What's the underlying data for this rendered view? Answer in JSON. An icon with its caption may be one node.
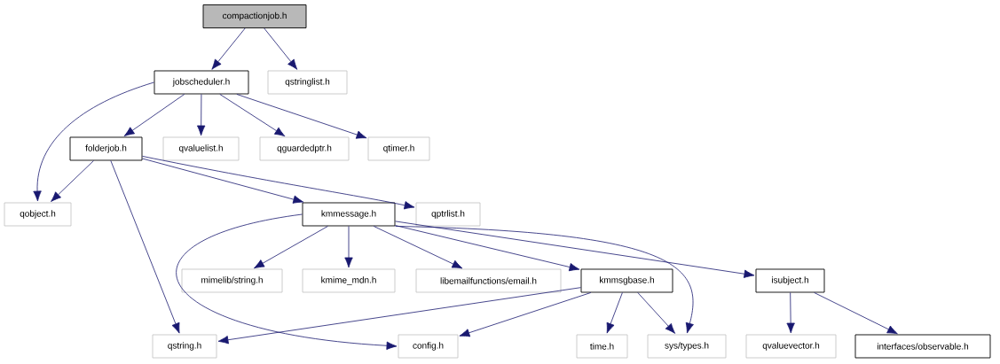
{
  "diagram": {
    "nodes": [
      {
        "text": [
          "compactionjob.h"
        ]
      },
      {
        "text": [
          "jobscheduler.h"
        ]
      },
      {
        "text": [
          "qstringlist.h"
        ]
      },
      {
        "text": [
          "folderjob.h"
        ]
      },
      {
        "text": [
          "qvaluelist.h"
        ]
      },
      {
        "text": [
          "qguardedptr.h"
        ]
      },
      {
        "text": [
          "qtimer.h"
        ]
      },
      {
        "text": [
          "qobject.h"
        ]
      },
      {
        "text": [
          "kmmessage.h"
        ]
      },
      {
        "text": [
          "qptrlist.h"
        ]
      },
      {
        "text": [
          "mimelib/string.h"
        ]
      },
      {
        "text": [
          "kmime_mdn.h"
        ]
      },
      {
        "text": [
          "libemailfunctions/email.h"
        ]
      },
      {
        "text": [
          "kmmsgbase.h"
        ]
      },
      {
        "text": [
          "isubject.h"
        ]
      },
      {
        "text": [
          "qstring.h"
        ]
      },
      {
        "text": [
          "config.h"
        ]
      },
      {
        "text": [
          "time.h"
        ]
      },
      {
        "text": [
          "sys/types.h"
        ]
      },
      {
        "text": [
          "qvaluevector.h"
        ]
      },
      {
        "text": [
          "interfaces/observable.h"
        ]
      }
    ],
    "edges": [
      {
        "from": 0,
        "to": 1,
        "arrow": "to"
      },
      {
        "from": 0,
        "to": 2,
        "arrow": "to"
      },
      {
        "from": 1,
        "to": 7,
        "arrow": "to"
      },
      {
        "from": 1,
        "to": 3,
        "arrow": "to"
      },
      {
        "from": 1,
        "to": 4,
        "arrow": "to"
      },
      {
        "from": 1,
        "to": 5,
        "arrow": "to"
      },
      {
        "from": 1,
        "to": 6,
        "arrow": "to"
      },
      {
        "from": 3,
        "to": 7,
        "arrow": "to"
      },
      {
        "from": 3,
        "to": 15,
        "arrow": "to"
      },
      {
        "from": 3,
        "to": 8,
        "arrow": "to"
      },
      {
        "from": 3,
        "to": 9,
        "arrow": "to"
      },
      {
        "from": 8,
        "to": 16,
        "arrow": "to"
      },
      {
        "from": 8,
        "to": 10,
        "arrow": "to"
      },
      {
        "from": 8,
        "to": 11,
        "arrow": "to"
      },
      {
        "from": 8,
        "to": 12,
        "arrow": "to"
      },
      {
        "from": 8,
        "to": 13,
        "arrow": "to"
      },
      {
        "from": 8,
        "to": 18,
        "arrow": "to"
      },
      {
        "from": 8,
        "to": 14,
        "arrow": "to"
      },
      {
        "from": 13,
        "to": 15,
        "arrow": "to"
      },
      {
        "from": 13,
        "to": 16,
        "arrow": "to"
      },
      {
        "from": 13,
        "to": 17,
        "arrow": "to"
      },
      {
        "from": 13,
        "to": 18,
        "arrow": "to"
      },
      {
        "from": 14,
        "to": 19,
        "arrow": "to"
      },
      {
        "from": 14,
        "to": 20,
        "arrow": "to"
      }
    ]
  }
}
